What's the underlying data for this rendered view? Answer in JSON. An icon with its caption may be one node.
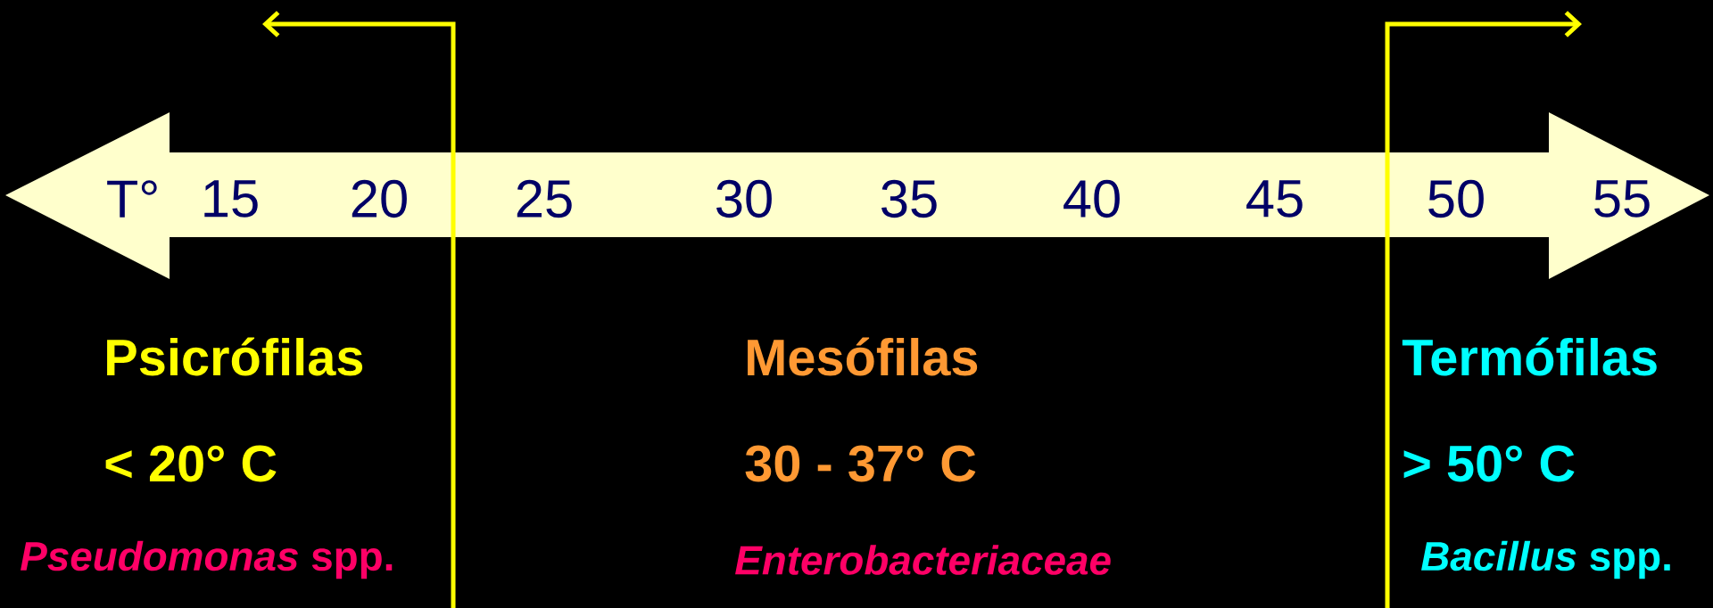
{
  "diagram": {
    "labels": [
      "T°",
      "15",
      "20",
      "25",
      "30",
      "35",
      "40",
      "45",
      "50",
      "55",
      "Psicrófilas",
      "Mesófilas",
      "Termófilas",
      "< 20° C",
      "30 - 37° C",
      "> 50° C",
      "*Pseudomonas* spp.",
      "Enterobacteriaceae",
      "*Bacillus* spp."
    ]
  }
}
